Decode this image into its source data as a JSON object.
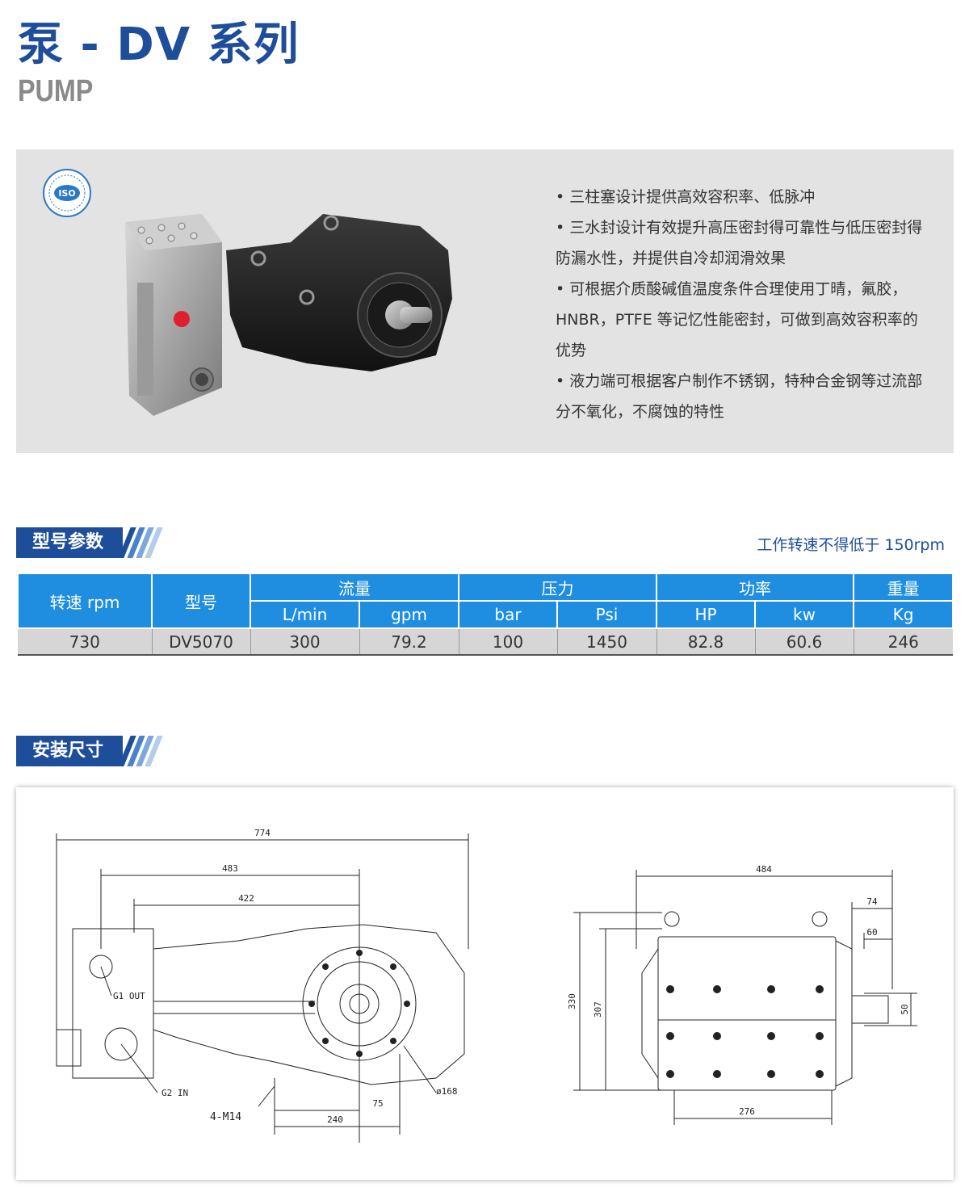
{
  "header": {
    "title": "泵 - DV 系列",
    "subtitle": "PUMP"
  },
  "badge": {
    "text": "ISO",
    "icon": "iso-certified-icon"
  },
  "features": [
    "• 三柱塞设计提供高效容积率、低脉冲",
    "• 三水封设计有效提升高压密封得可靠性与低压密封得防漏水性，并提供自冷却润滑效果",
    "• 可根据介质酸碱值温度条件合理使用丁晴，氟胶，HNBR，PTFE 等记忆性能密封，可做到高效容积率的优势",
    "• 液力端可根据客户制作不锈钢，特种合金钢等过流部分不氧化，不腐蚀的特性"
  ],
  "spec_section": {
    "label": "型号参数",
    "note": "工作转速不得低于 150rpm",
    "headers": {
      "speed": "转速 rpm",
      "model": "型号",
      "flow": "流量",
      "pressure": "压力",
      "power": "功率",
      "weight": "重量"
    },
    "units": [
      "L/min",
      "gpm",
      "bar",
      "Psi",
      "HP",
      "kw",
      "Kg"
    ],
    "row": [
      "730",
      "DV5070",
      "300",
      "79.2",
      "100",
      "1450",
      "82.8",
      "60.6",
      "246"
    ]
  },
  "install_section": {
    "label": "安装尺寸",
    "side_view": {
      "dims": [
        "774",
        "483",
        "422",
        "75",
        "240"
      ],
      "labels": [
        "G1 OUT",
        "G2 IN",
        "4-M14",
        "ø168"
      ]
    },
    "front_view": {
      "dims": [
        "484",
        "74",
        "60",
        "330",
        "307",
        "50",
        "276"
      ]
    }
  },
  "colors": {
    "brand_blue": "#1e4e9a",
    "table_blue": "#1f8ee0",
    "gray_bg": "#e3e3e3"
  }
}
